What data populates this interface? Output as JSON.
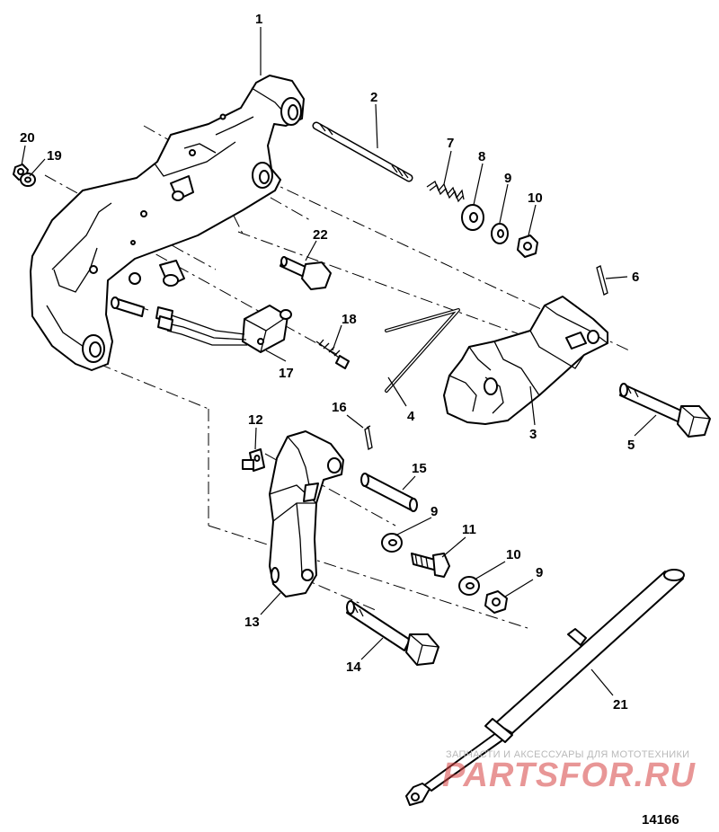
{
  "callouts": [
    "1",
    "2",
    "3",
    "4",
    "5",
    "6",
    "7",
    "8",
    "9",
    "10",
    "9",
    "10",
    "9",
    "11",
    "12",
    "13",
    "14",
    "15",
    "16",
    "17",
    "18",
    "19",
    "20",
    "21",
    "22"
  ],
  "watermark": {
    "caption": "ЗАПЧАСТИ И АКСЕССУАРЫ ДЛЯ МОТОТЕХНИКИ",
    "brand": "PARTSFOR.RU"
  },
  "figure_number": "14166"
}
